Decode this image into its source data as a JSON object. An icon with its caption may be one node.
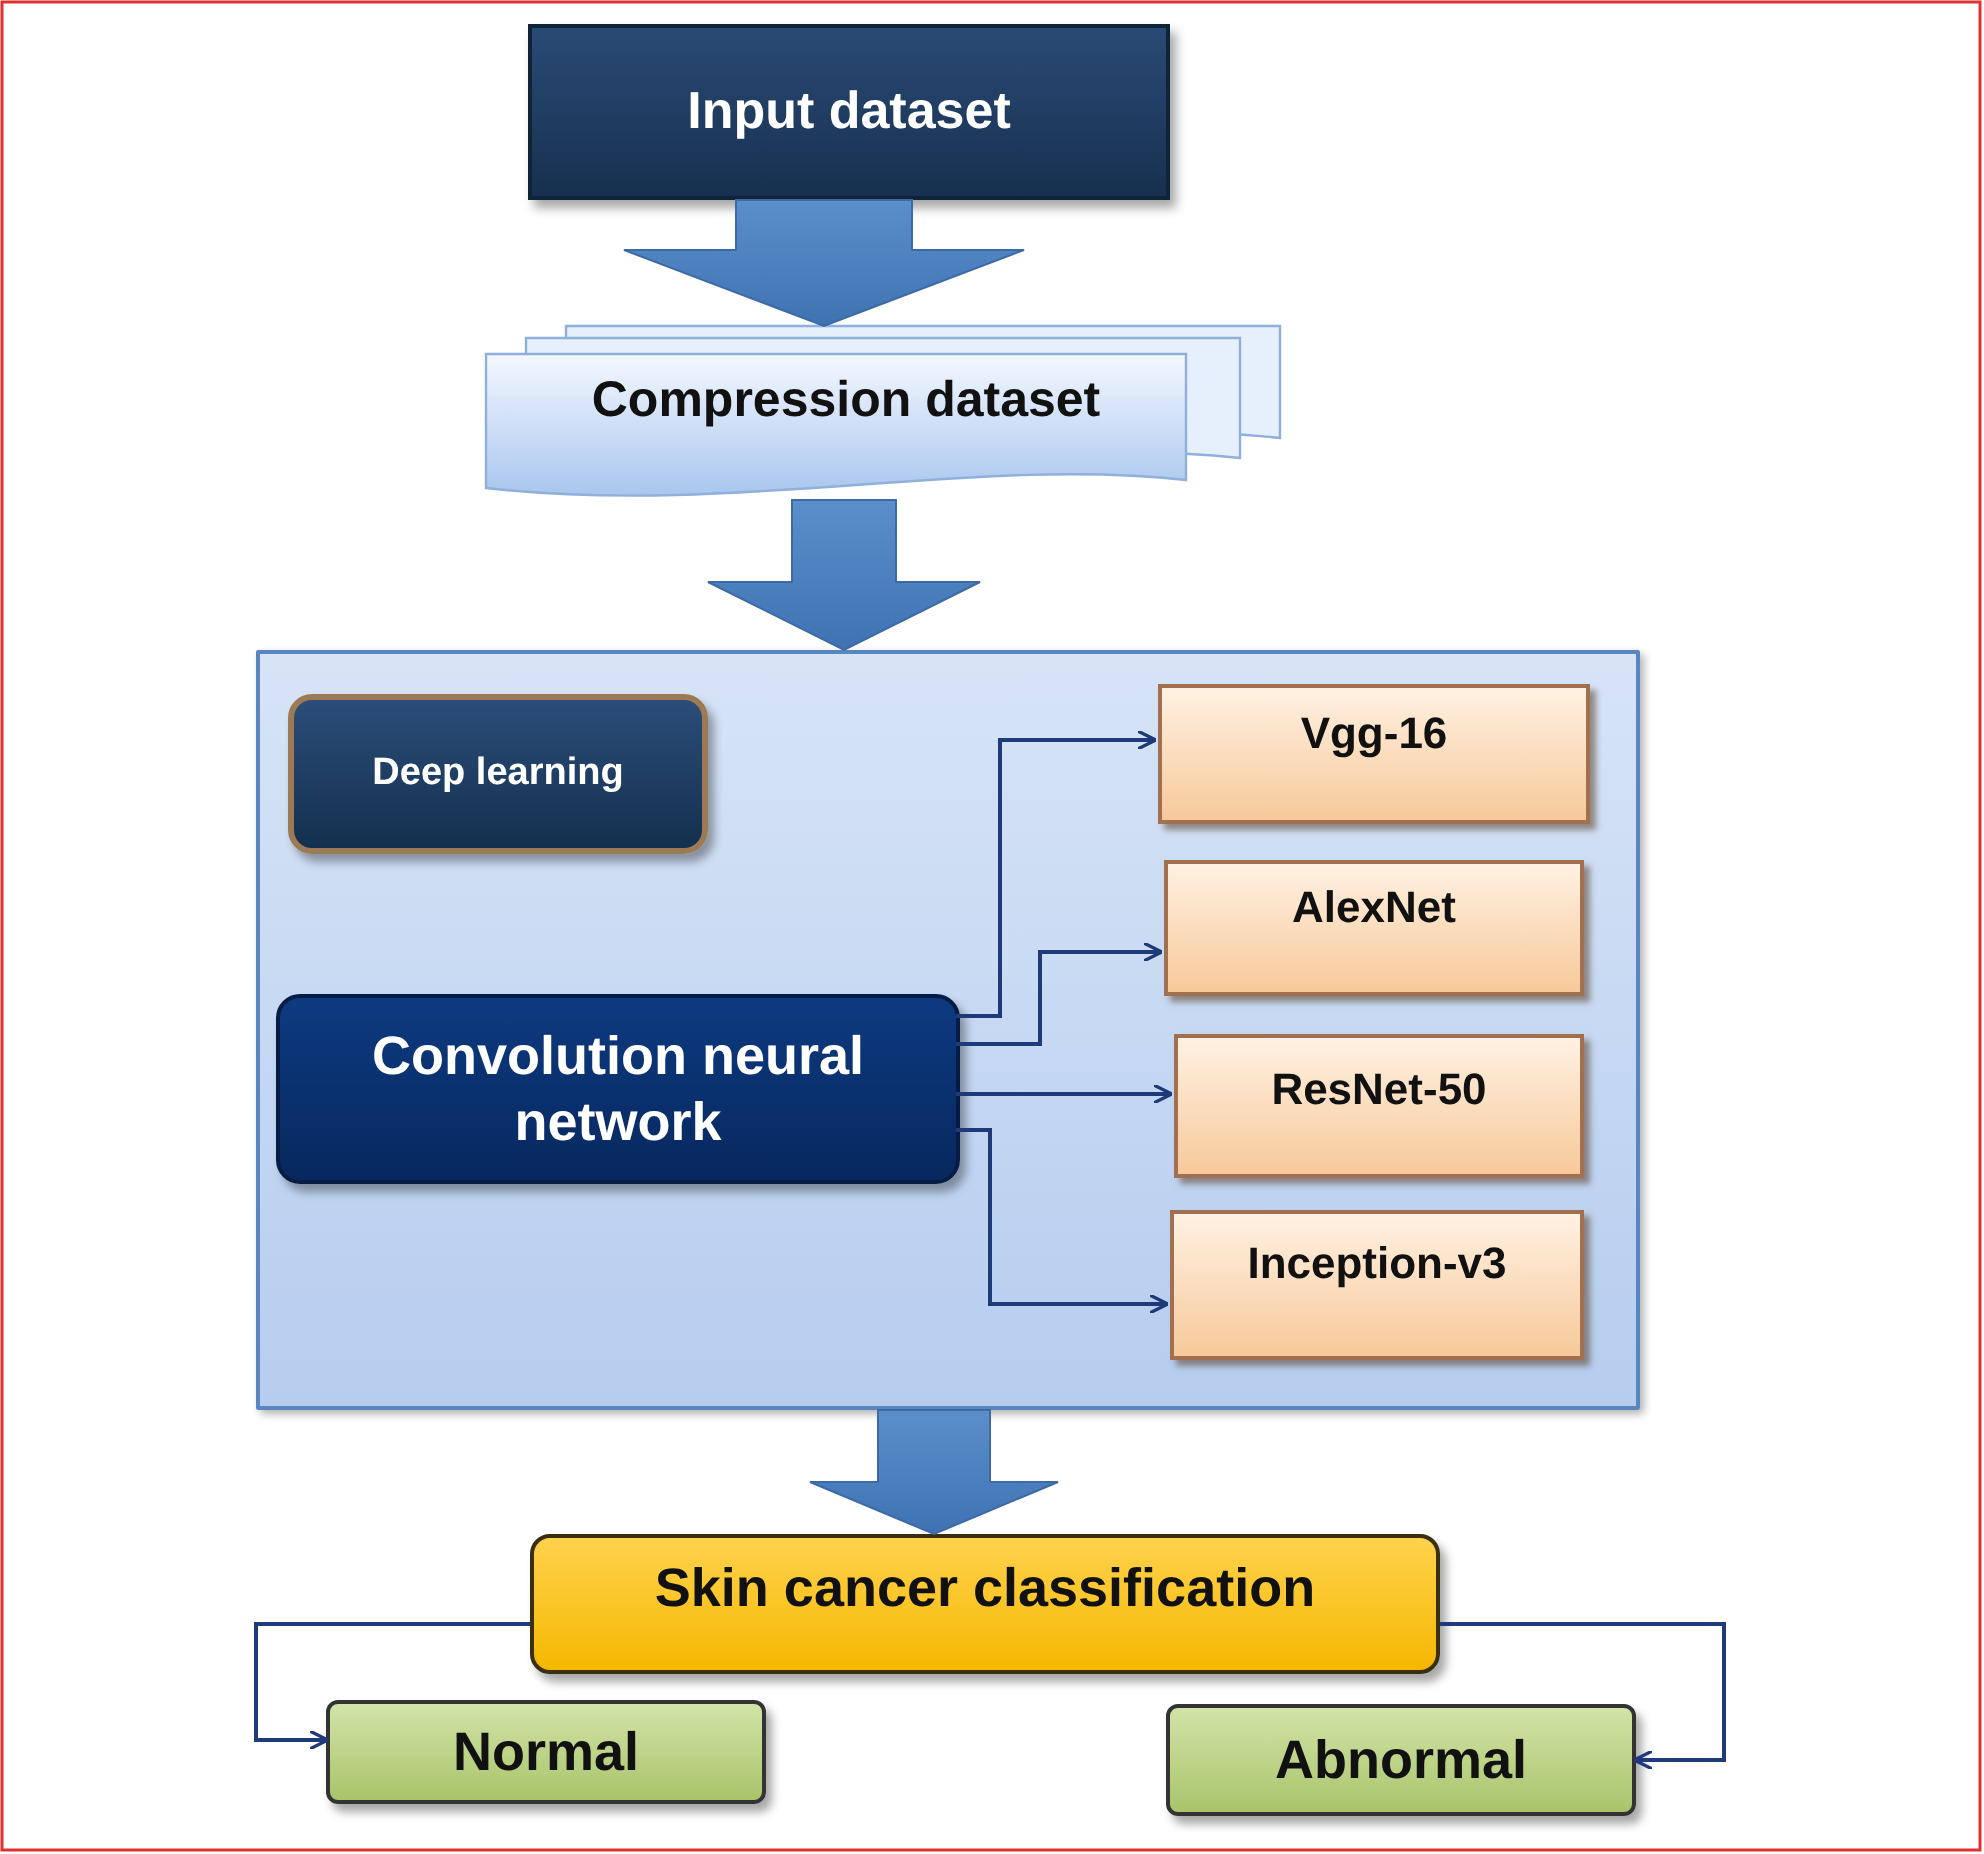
{
  "diagram": {
    "nodes": [
      {
        "text": [
          "Input dataset"
        ]
      },
      {
        "text": [
          "Compression dataset"
        ]
      },
      {
        "text": [],
        "shape": "box"
      },
      {
        "text": [
          "Deep learning"
        ],
        "in": 2
      },
      {
        "text": [
          "Convolution neural network"
        ],
        "in": 2
      },
      {
        "text": [
          "Vgg-16"
        ],
        "in": 2
      },
      {
        "text": [
          "AlexNet"
        ],
        "in": 2
      },
      {
        "text": [
          "ResNet-50"
        ],
        "in": 2
      },
      {
        "text": [
          "Inception-v3"
        ],
        "in": 2
      },
      {
        "text": [
          "Skin cancer classification"
        ]
      },
      {
        "text": [
          "Normal"
        ]
      },
      {
        "text": [
          "Abnormal"
        ]
      }
    ],
    "edges": [
      {
        "from": 0,
        "to": 1,
        "arrow": "to",
        "style": "thick"
      },
      {
        "from": 1,
        "to": 2,
        "arrow": "to",
        "style": "thick"
      },
      {
        "from": 4,
        "to": 5,
        "arrow": "to"
      },
      {
        "from": 4,
        "to": 6,
        "arrow": "to"
      },
      {
        "from": 4,
        "to": 7,
        "arrow": "to"
      },
      {
        "from": 4,
        "to": 8,
        "arrow": "to"
      },
      {
        "from": 2,
        "to": 9,
        "arrow": "to",
        "style": "thick"
      },
      {
        "from": 9,
        "to": 10,
        "arrow": "to"
      },
      {
        "from": 9,
        "to": 11,
        "arrow": "to"
      }
    ]
  }
}
